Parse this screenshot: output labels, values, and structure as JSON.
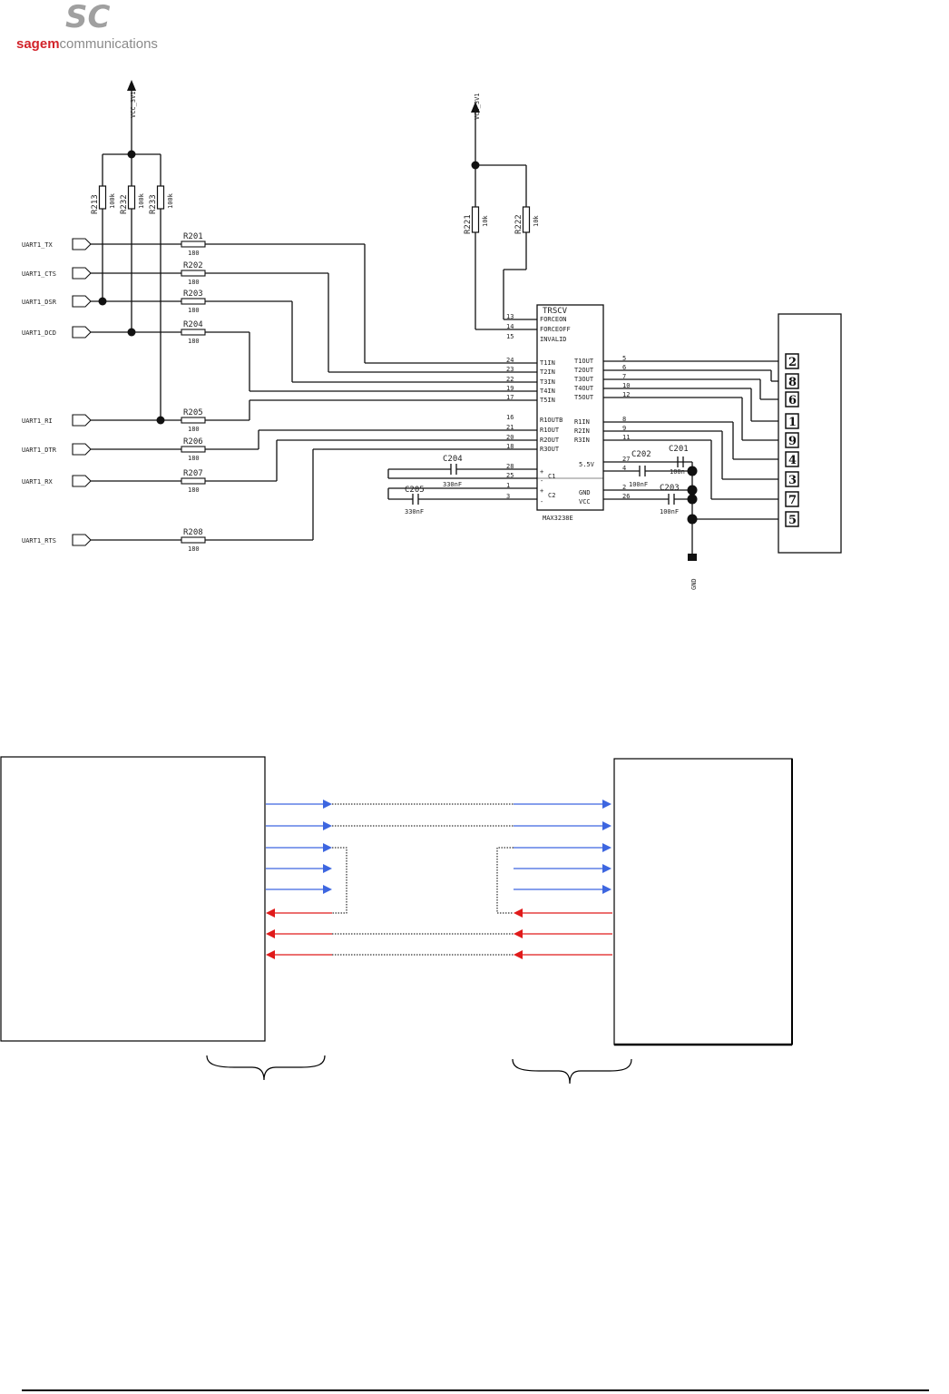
{
  "logo": {
    "mark": "SC",
    "brand_bold": "sagem",
    "brand_rest": "communications",
    "colors": {
      "mark": "#a0a0a0",
      "bold": "#d2232a",
      "rest": "#8a8a8a"
    }
  },
  "schematic": {
    "power_left": "VCC_3V1",
    "power_right": "VCC_3V1",
    "pullups_left": [
      {
        "ref": "R213",
        "value": "100k"
      },
      {
        "ref": "R232",
        "value": "100k"
      },
      {
        "ref": "R233",
        "value": "100k"
      }
    ],
    "pullups_right": [
      {
        "ref": "R221",
        "value": "10k"
      },
      {
        "ref": "R222",
        "value": "10k"
      }
    ],
    "signals": [
      {
        "port": "UART1_TX",
        "ref": "R201",
        "value": "180"
      },
      {
        "port": "UART1_CTS",
        "ref": "R202",
        "value": "180"
      },
      {
        "port": "UART1_DSR",
        "ref": "R203",
        "value": "180"
      },
      {
        "port": "UART1_DCD",
        "ref": "R204",
        "value": "180"
      },
      {
        "port": "UART1_RI",
        "ref": "R205",
        "value": "180"
      },
      {
        "port": "UART1_DTR",
        "ref": "R206",
        "value": "180"
      },
      {
        "port": "UART1_RX",
        "ref": "R207",
        "value": "180"
      },
      {
        "port": "UART1_RTS",
        "ref": "R208",
        "value": "180"
      }
    ],
    "ic": {
      "title": "TRSCV",
      "part": "MAX3238E",
      "ctrl_pins": [
        {
          "num": "13",
          "name": "FORCEON"
        },
        {
          "num": "14",
          "name": "FORCEOFF"
        },
        {
          "num": "15",
          "name": "INVALID"
        }
      ],
      "left_pins": [
        {
          "num": "24",
          "name": "T1IN"
        },
        {
          "num": "23",
          "name": "T2IN"
        },
        {
          "num": "22",
          "name": "T3IN"
        },
        {
          "num": "19",
          "name": "T4IN"
        },
        {
          "num": "17",
          "name": "T5IN"
        },
        {
          "num": "16",
          "name": "R1OUTB"
        },
        {
          "num": "21",
          "name": "R1OUT"
        },
        {
          "num": "20",
          "name": "R2OUT"
        },
        {
          "num": "18",
          "name": "R3OUT"
        }
      ],
      "right_pins": [
        {
          "num": "5",
          "name": "T1OUT"
        },
        {
          "num": "6",
          "name": "T2OUT"
        },
        {
          "num": "7",
          "name": "T3OUT"
        },
        {
          "num": "10",
          "name": "T4OUT"
        },
        {
          "num": "12",
          "name": "T5OUT"
        },
        {
          "num": "8",
          "name": "R1IN"
        },
        {
          "num": "9",
          "name": "R2IN"
        },
        {
          "num": "11",
          "name": "R3IN"
        }
      ],
      "cap_pins_left": [
        {
          "num": "28",
          "sign": "+",
          "name": "C1"
        },
        {
          "num": "25",
          "sign": "-",
          "name": ""
        },
        {
          "num": "1",
          "sign": "+",
          "name": "C2"
        },
        {
          "num": "3",
          "sign": "-",
          "name": ""
        }
      ],
      "supply_pins": [
        {
          "num": "27",
          "name": "5.5V"
        },
        {
          "num": "4",
          "name": ""
        },
        {
          "num": "2",
          "name": "GND"
        },
        {
          "num": "26",
          "name": "VCC"
        }
      ]
    },
    "caps": [
      {
        "ref": "C204",
        "value": "330nF"
      },
      {
        "ref": "C205",
        "value": "330nF"
      },
      {
        "ref": "C201",
        "value": "100n"
      },
      {
        "ref": "C202",
        "value": "100nF"
      },
      {
        "ref": "C203",
        "value": "100nF"
      }
    ],
    "ground": "GND",
    "connector_pins": [
      "2",
      "8",
      "6",
      "1",
      "9",
      "4",
      "3",
      "7",
      "5"
    ]
  },
  "block_diagram": {
    "colors": {
      "tx": "#3d66e0",
      "rx": "#e01a1a"
    }
  }
}
